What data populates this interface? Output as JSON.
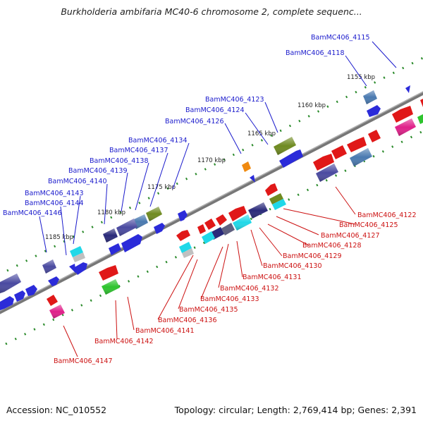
{
  "title": "Burkholderia ambifaria MC40-6 chromosome 2, complete sequenc...",
  "footer": {
    "accession": "Accession: NC_010552",
    "summary": "Topology: circular; Length: 2,769,414 bp; Genes: 2,391"
  },
  "scale_labels": [
    "1155 kbp",
    "1160 kbp",
    "1165 kbp",
    "1170 kbp",
    "1175 kbp",
    "1180 kbp",
    "1185 kbp"
  ],
  "top_labels": [
    "BamMC406_4115",
    "BamMC406_4118",
    "BamMC406_4123",
    "BamMC406_4124",
    "BamMC406_4126",
    "BamMC406_4134",
    "BamMC406_4137",
    "BamMC406_4138",
    "BamMC406_4139",
    "BamMC406_4140",
    "BamMC406_4143",
    "BamMC406_4144",
    "BamMC406_4146"
  ],
  "bottom_labels": [
    "BamMC406_4122",
    "BamMC406_4125",
    "BamMC406_4127",
    "BamMC406_4128",
    "BamMC406_4129",
    "BamMC406_4130",
    "BamMC406_4131",
    "BamMC406_4132",
    "BamMC406_4133",
    "BamMC406_4135",
    "BamMC406_4136",
    "BamMC406_4141",
    "BamMC406_4142",
    "BamMC406_4147"
  ],
  "colors": {
    "top_label": "#1a1acc",
    "bottom_label": "#cc1111",
    "backbone": "#808080",
    "scale_tick": "#2a8a2a",
    "forward_gene": "#2b2bd9",
    "reverse_gene": "#e01818",
    "navy": "#2a2a7a",
    "steel": "#4a7ab0",
    "olive": "#6f8a20",
    "orange": "#f08a10",
    "green": "#2ec42e",
    "magenta": "#e0208a",
    "cyan": "#20d8e8"
  }
}
